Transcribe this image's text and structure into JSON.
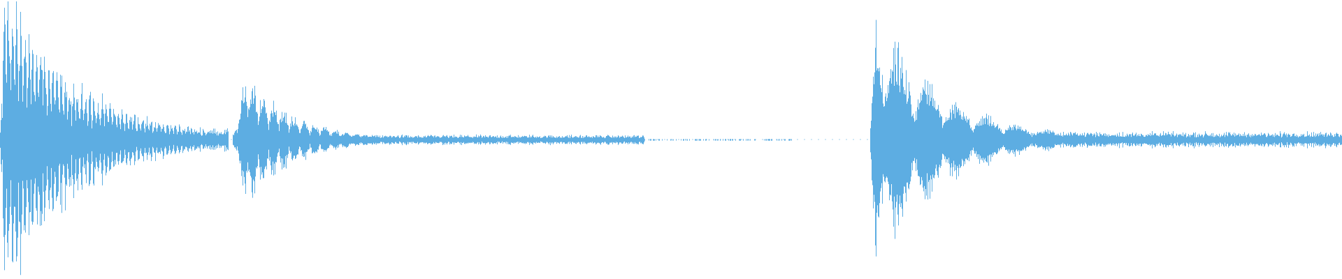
{
  "waveform": {
    "color": "#5dade2",
    "background": "#ffffff",
    "segments": [
      {
        "name": "burst-1",
        "start": 0.0,
        "end": 0.17,
        "peak": 0.95,
        "attack": 0.003,
        "decay": 0.055,
        "pulses": 28,
        "tail": 0.07
      },
      {
        "name": "burst-2",
        "start": 0.173,
        "end": 0.48,
        "peak": 0.42,
        "attack": 0.01,
        "decay": 0.035,
        "pulses": 20,
        "tail": 0.03
      },
      {
        "name": "sparse-dots",
        "start": 0.48,
        "end": 0.59,
        "peak": 0.0,
        "attack": 0,
        "decay": 0,
        "pulses": 0,
        "tail": 0.004
      },
      {
        "name": "burst-3",
        "start": 0.648,
        "end": 1.0,
        "peak": 0.78,
        "attack": 0.004,
        "decay": 0.05,
        "pulses": 8,
        "tail": 0.05
      }
    ]
  }
}
